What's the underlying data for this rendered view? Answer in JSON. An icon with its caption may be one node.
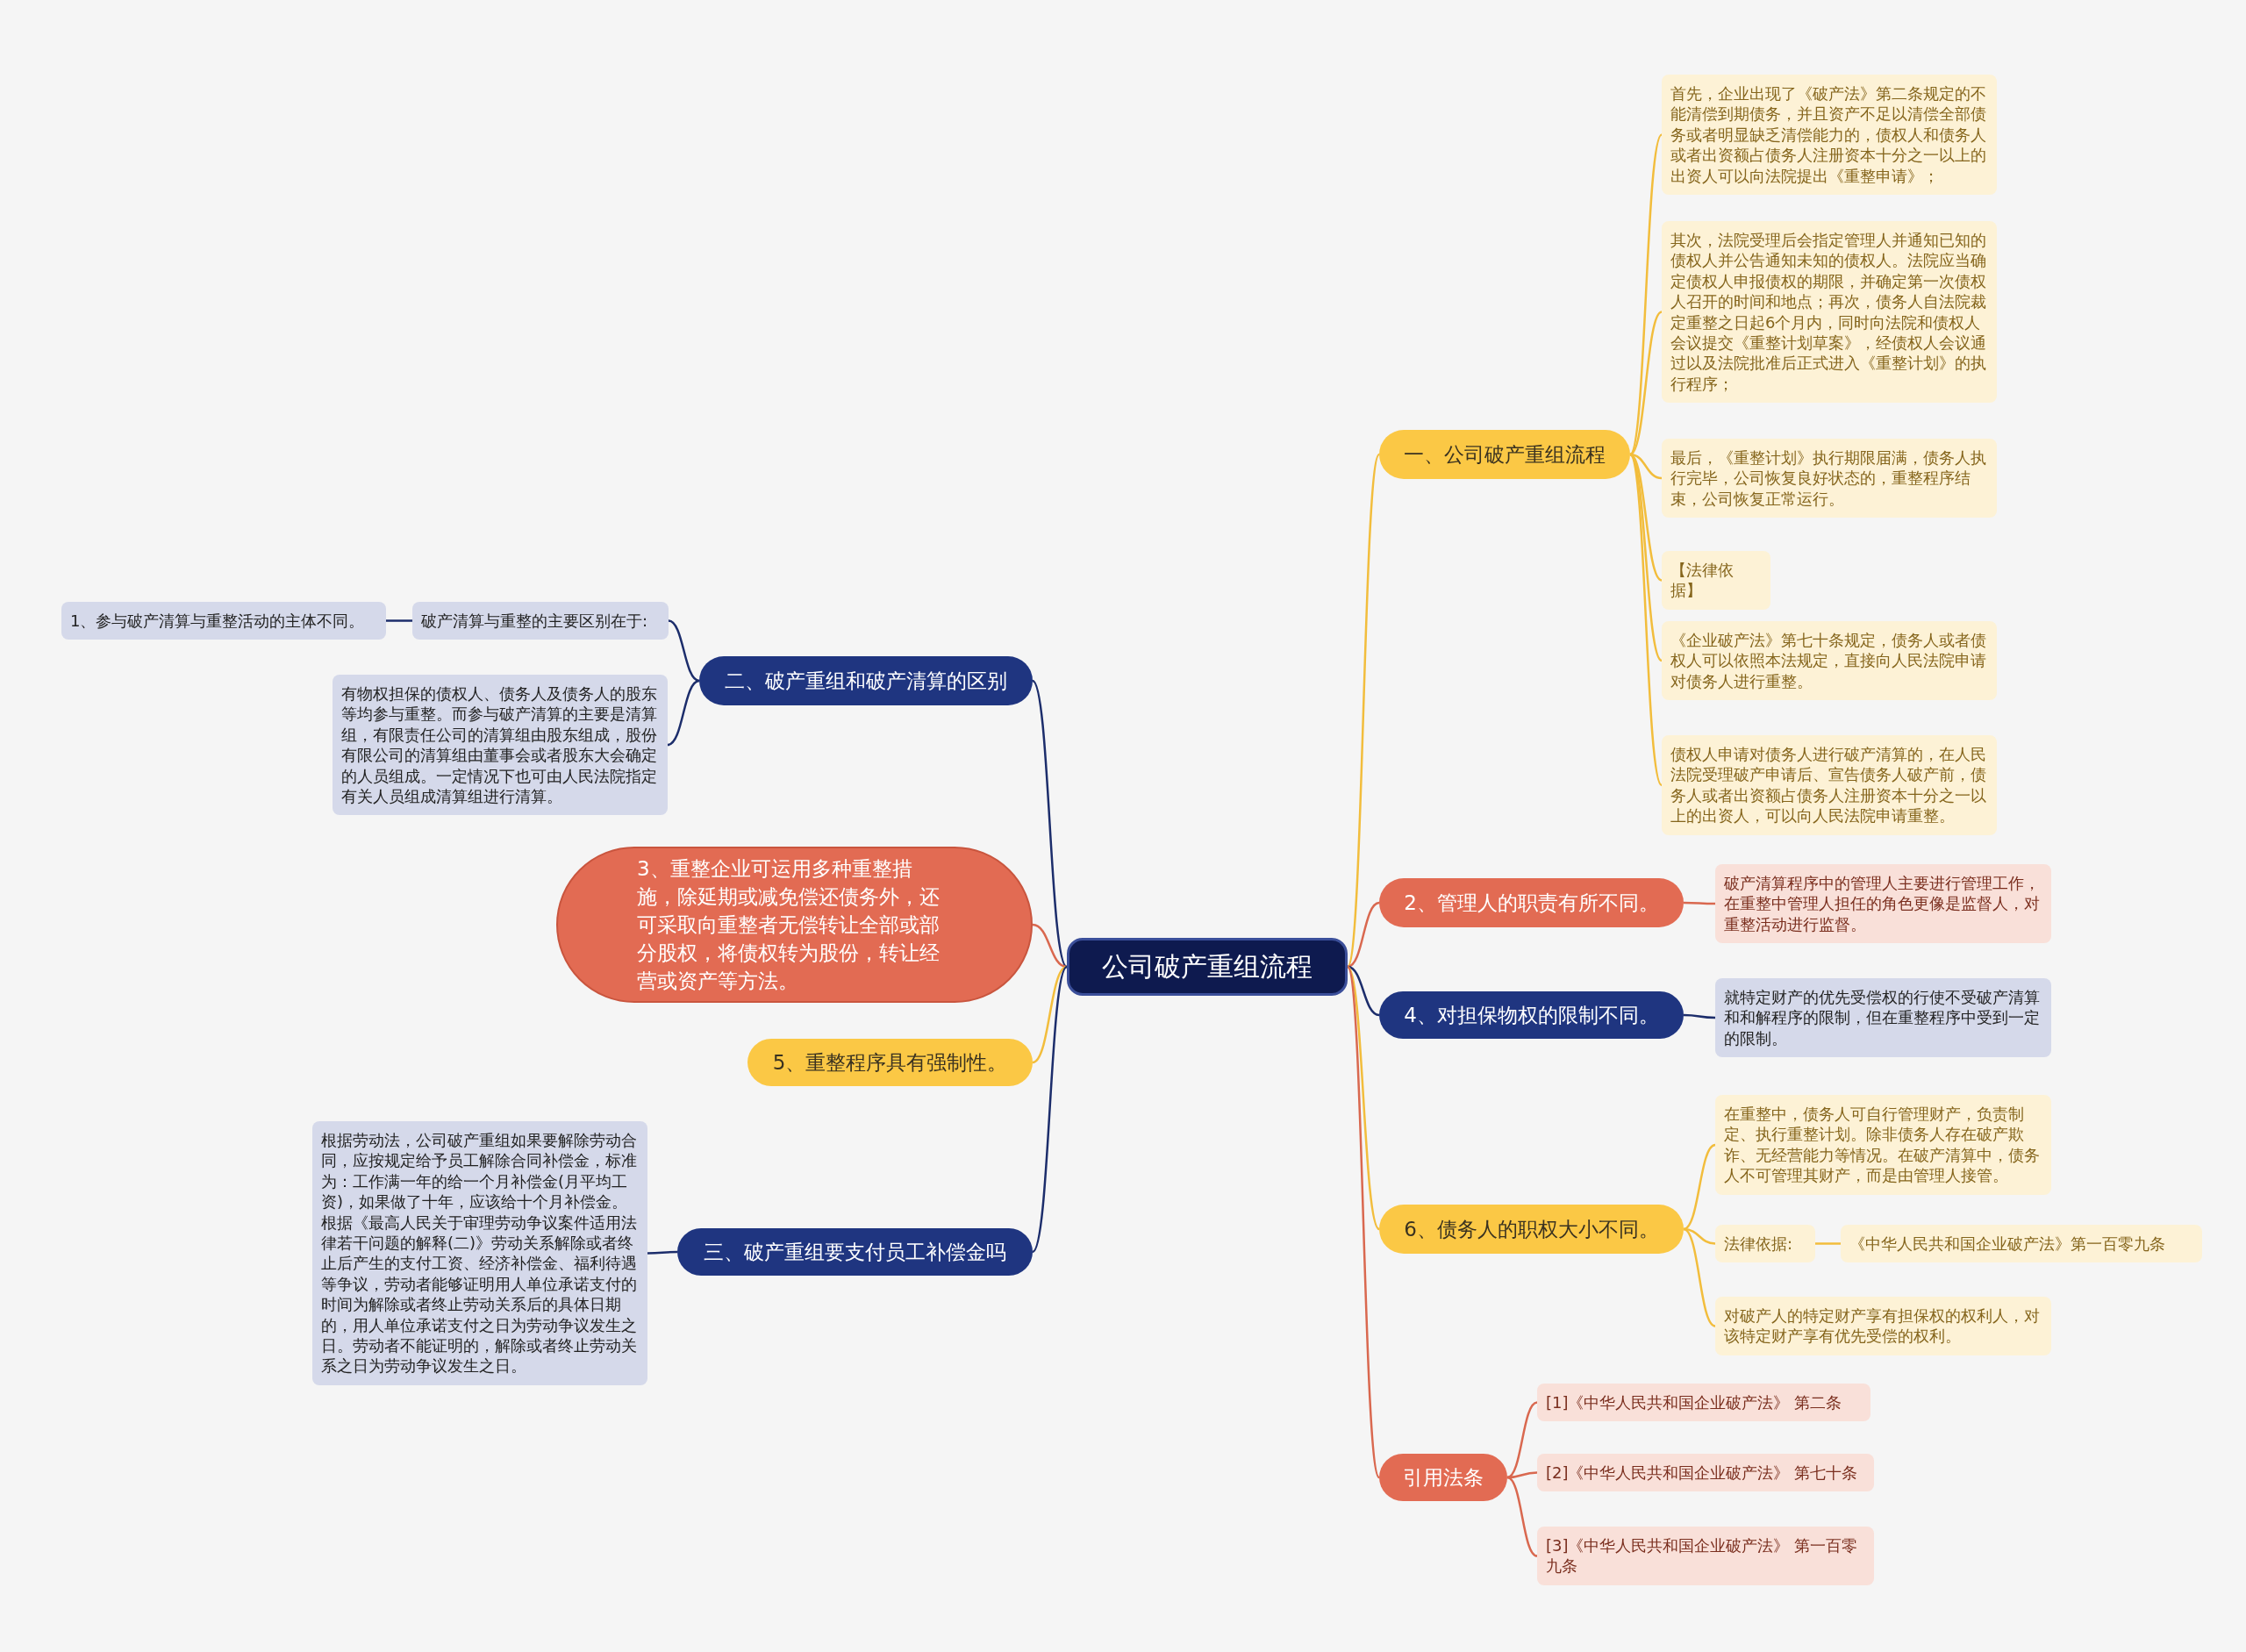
{
  "diagram": {
    "nodes": [
      {
        "text": [
          "公司破产重组流程"
        ]
      },
      {
        "text": [
          "一、公司破产重组流程"
        ]
      },
      {
        "text": [
          "首先，企业出现了《破产法》第二条规定的不能清偿到期债务，并且资产不足以清偿全部债务或者明显缺乏清偿能力的，债权人和债务人或者出资额占债务人注册资本十分之一以上的出资人可以向法院提出《重整申请》；"
        ]
      },
      {
        "text": [
          "其次，法院受理后会指定管理人并通知已知的债权人并公告通知未知的债权人。法院应当确定债权人申报债权的期限，并确定第一次债权人召开的时间和地点；再次，债务人自法院裁定重整之日起6个月内，同时向法院和债权人会议提交《重整计划草案》，经债权人会议通过以及法院批准后正式进入《重整计划》的执行程序；"
        ]
      },
      {
        "text": [
          "最后，《重整计划》执行期限届满，债务人执行完毕，公司恢复良好状态的，重整程序结束，公司恢复正常运行。"
        ]
      },
      {
        "text": [
          "【法律依据】"
        ]
      },
      {
        "text": [
          "《企业破产法》第七十条规定，债务人或者债权人可以依照本法规定，直接向人民法院申请对债务人进行重整。"
        ]
      },
      {
        "text": [
          "债权人申请对债务人进行破产清算的，在人民法院受理破产申请后、宣告债务人破产前，债务人或者出资额占债务人注册资本十分之一以上的出资人，可以向人民法院申请重整。"
        ]
      },
      {
        "text": [
          "二、破产重组和破产清算的区别"
        ]
      },
      {
        "text": [
          "破产清算与重整的主要区别在于:"
        ]
      },
      {
        "text": [
          "1、参与破产清算与重整活动的主体不同。"
        ]
      },
      {
        "text": [
          "有物权担保的债权人、债务人及债务人的股东等均参与重整。而参与破产清算的主要是清算组，有限责任公司的清算组由股东组成，股份有限公司的清算组由董事会或者股东大会确定的人员组成。一定情况下也可由人民法院指定有关人员组成清算组进行清算。"
        ]
      },
      {
        "text": [
          "3、重整企业可运用多种重整措施，除延期或减免偿还债务外，还可采取向重整者无偿转让全部或部分股权，将债权转为股份，转让经营或资产等方法。"
        ]
      },
      {
        "text": [
          "5、重整程序具有强制性。"
        ]
      },
      {
        "text": [
          "三、破产重组要支付员工补偿金吗"
        ]
      },
      {
        "text": [
          "根据劳动法，公司破产重组如果要解除劳动合同，应按规定给予员工解除合同补偿金，标准为：工作满一年的给一个月补偿金(月平均工资)，如果做了十年，应该给十个月补偿金。根据《最高人民关于审理劳动争议案件适用法律若干问题的解释(二)》劳动关系解除或者终止后产生的支付工资、经济补偿金、福利待遇等争议，劳动者能够证明用人单位承诺支付的时间为解除或者终止劳动关系后的具体日期的，用人单位承诺支付之日为劳动争议发生之日。劳动者不能证明的，解除或者终止劳动关系之日为劳动争议发生之日。"
        ]
      },
      {
        "text": [
          "2、管理人的职责有所不同。"
        ]
      },
      {
        "text": [
          "破产清算程序中的管理人主要进行管理工作，在重整中管理人担任的角色更像是监督人，对重整活动进行监督。"
        ]
      },
      {
        "text": [
          "4、对担保物权的限制不同。"
        ]
      },
      {
        "text": [
          "就特定财产的优先受偿权的行使不受破产清算和和解程序的限制，但在重整程序中受到一定的限制。"
        ]
      },
      {
        "text": [
          "6、债务人的职权大小不同。"
        ]
      },
      {
        "text": [
          "在重整中，债务人可自行管理财产，负责制定、执行重整计划。除非债务人存在破产欺诈、无经营能力等情况。在破产清算中，债务人不可管理其财产，而是由管理人接管。"
        ]
      },
      {
        "text": [
          "法律依据:"
        ]
      },
      {
        "text": [
          "《中华人民共和国企业破产法》第一百零九条"
        ]
      },
      {
        "text": [
          "对破产人的特定财产享有担保权的权利人，对该特定财产享有优先受偿的权利。"
        ]
      },
      {
        "text": [
          "引用法条"
        ]
      },
      {
        "text": [
          "[1]《中华人民共和国企业破产法》 第二条"
        ]
      },
      {
        "text": [
          "[2]《中华人民共和国企业破产法》 第七十条"
        ]
      },
      {
        "text": [
          "[3]《中华人民共和国企业破产法》 第一百零九条"
        ]
      }
    ],
    "edges": [
      {
        "from": 0,
        "to": 1,
        "arrow": "none"
      },
      {
        "from": 1,
        "to": 2,
        "arrow": "none"
      },
      {
        "from": 1,
        "to": 3,
        "arrow": "none"
      },
      {
        "from": 1,
        "to": 4,
        "arrow": "none"
      },
      {
        "from": 1,
        "to": 5,
        "arrow": "none"
      },
      {
        "from": 1,
        "to": 6,
        "arrow": "none"
      },
      {
        "from": 1,
        "to": 7,
        "arrow": "none"
      },
      {
        "from": 0,
        "to": 8,
        "arrow": "none",
        "color": "#1c2d6b"
      },
      {
        "from": 8,
        "to": 9,
        "arrow": "none",
        "color": "#1c2d6b"
      },
      {
        "from": 9,
        "to": 10,
        "arrow": "none",
        "color": "#1c2d6b"
      },
      {
        "from": 8,
        "to": 11,
        "arrow": "none",
        "color": "#1c2d6b"
      },
      {
        "from": 0,
        "to": 12,
        "arrow": "none",
        "color": "#d9684f"
      },
      {
        "from": 0,
        "to": 13,
        "arrow": "none"
      },
      {
        "from": 0,
        "to": 14,
        "arrow": "none",
        "color": "#1c2d6b"
      },
      {
        "from": 14,
        "to": 15,
        "arrow": "none",
        "color": "#1c2d6b"
      },
      {
        "from": 0,
        "to": 16,
        "arrow": "none",
        "color": "#d9684f"
      },
      {
        "from": 16,
        "to": 17,
        "arrow": "none",
        "color": "#d9684f"
      },
      {
        "from": 0,
        "to": 18,
        "arrow": "none",
        "color": "#1c2d6b"
      },
      {
        "from": 18,
        "to": 19,
        "arrow": "none",
        "color": "#1c2d6b"
      },
      {
        "from": 0,
        "to": 20,
        "arrow": "none"
      },
      {
        "from": 20,
        "to": 21,
        "arrow": "none"
      },
      {
        "from": 20,
        "to": 22,
        "arrow": "none"
      },
      {
        "from": 22,
        "to": 23,
        "arrow": "none"
      },
      {
        "from": 20,
        "to": 24,
        "arrow": "none"
      },
      {
        "from": 0,
        "to": 25,
        "arrow": "none",
        "color": "#d9684f"
      },
      {
        "from": 25,
        "to": 26,
        "arrow": "none",
        "color": "#d9684f"
      },
      {
        "from": 25,
        "to": 27,
        "arrow": "none",
        "color": "#d9684f"
      },
      {
        "from": 25,
        "to": 28,
        "arrow": "none",
        "color": "#d9684f"
      }
    ]
  }
}
